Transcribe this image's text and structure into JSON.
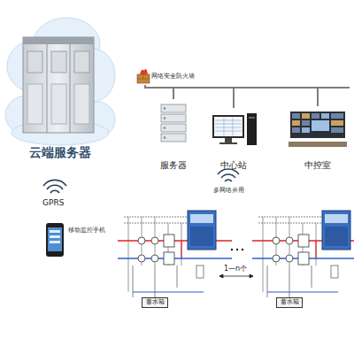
{
  "diagram": {
    "nodes": [
      {
        "text": [
          "云端服务器"
        ]
      },
      {
        "text": [
          "网络安全防火墙"
        ]
      },
      {
        "text": [
          "服务器"
        ]
      },
      {
        "text": [
          "中心站"
        ]
      },
      {
        "text": [
          "中控室"
        ]
      },
      {
        "text": [
          "移动监控手机"
        ]
      },
      {
        "text": [
          "蓄水箱"
        ]
      },
      {
        "text": [
          "蓄水箱"
        ]
      }
    ],
    "edges": [
      {
        "from": 1,
        "to": 2,
        "arrow": "none"
      },
      {
        "from": 1,
        "to": 3,
        "arrow": "none"
      },
      {
        "from": 1,
        "to": 4,
        "arrow": "none"
      }
    ],
    "labels": [
      "GPRS",
      "多网络并用",
      "1—n个"
    ]
  }
}
